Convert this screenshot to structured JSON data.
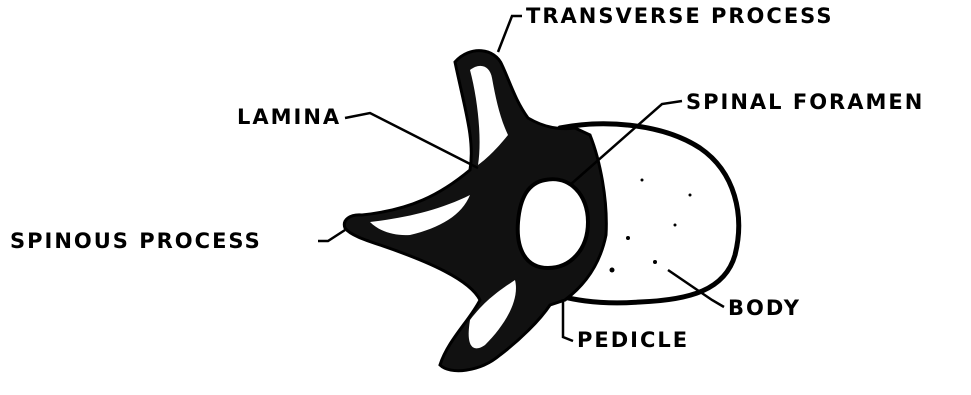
{
  "labels": {
    "transverse_process": "TRANSVERSE PROCESS",
    "lamina": "LAMINA",
    "spinal_foramen": "SPINAL FORAMEN",
    "spinous_process": "SPINOUS PROCESS",
    "body": "BODY",
    "pedicle": "PEDICLE"
  }
}
